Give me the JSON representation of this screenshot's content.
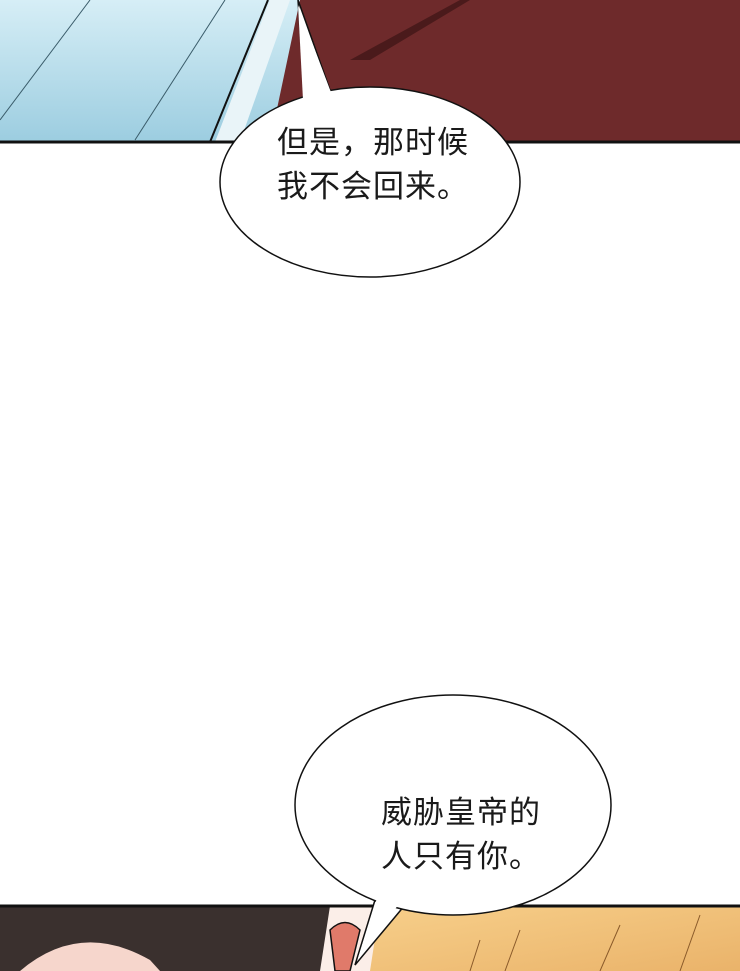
{
  "bubbles": [
    {
      "lines": [
        "但是，那时候",
        "我不会回来。"
      ]
    },
    {
      "lines": [
        "威胁皇帝的",
        "人只有你。"
      ]
    }
  ],
  "colors": {
    "sky_blue": "#a9d6e6",
    "dark_red": "#6e2a2b",
    "hair_blonde": "#f2c27a",
    "hair_dark": "#3a302e",
    "outline": "#111111"
  }
}
